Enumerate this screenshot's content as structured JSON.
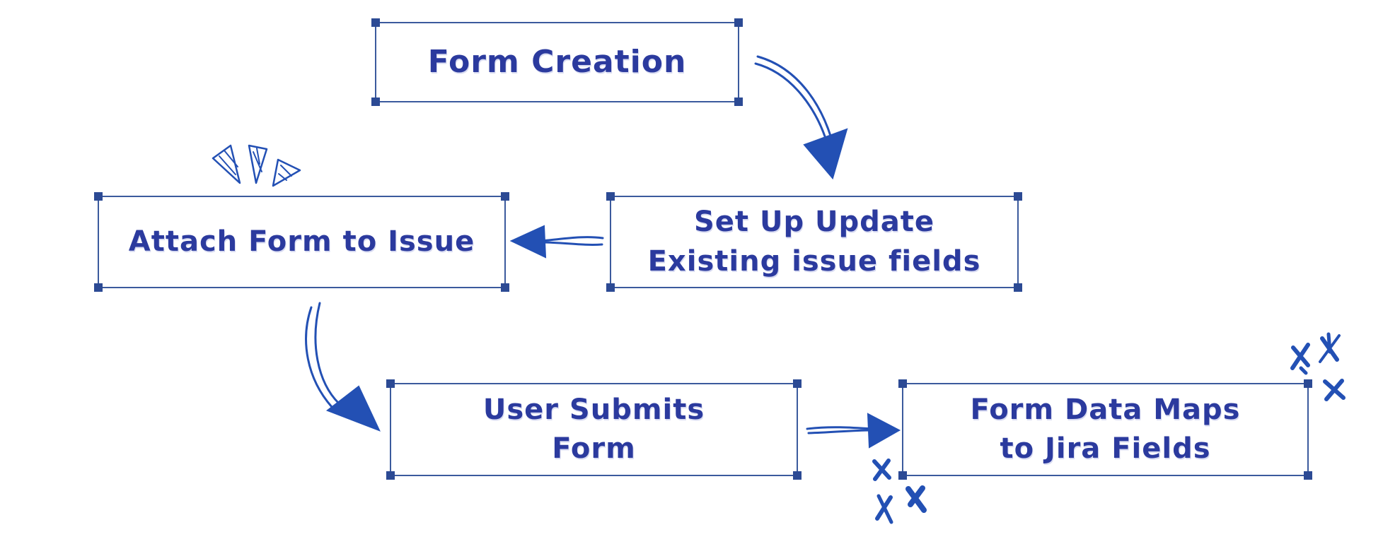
{
  "canvas": {
    "background": "#ffffff"
  },
  "palette": {
    "canvas_bg": "#ffffff",
    "text": "#2b3a9e",
    "box_border": "#3b5a9d",
    "handle_fill": "#2c4a94",
    "ink": "#2350b4"
  },
  "nodes": [
    {
      "id": "form-creation",
      "label": "Form Creation"
    },
    {
      "id": "setup-update-fields",
      "label": "Set Up Update\nExisting issue fields"
    },
    {
      "id": "attach-form-to-issue",
      "label": "Attach Form to Issue"
    },
    {
      "id": "user-submits-form",
      "label": "User Submits\nForm"
    },
    {
      "id": "form-data-maps",
      "label": "Form Data Maps\nto Jira Fields"
    }
  ],
  "connectors": [
    {
      "from": "Form Creation",
      "to": "Set Up Update Existing issue fields",
      "style": "hand-drawn curved arrow"
    },
    {
      "from": "Set Up Update Existing issue fields",
      "to": "Attach Form to Issue",
      "style": "hand-drawn straight arrow"
    },
    {
      "from": "Attach Form to Issue",
      "to": "User Submits Form",
      "style": "hand-drawn curved arrow"
    },
    {
      "from": "User Submits Form",
      "to": "Form Data Maps to Jira Fields",
      "style": "hand-drawn straight arrow"
    }
  ],
  "decorations": [
    {
      "type": "emphasis-marks",
      "near": "Attach Form to Issue",
      "count": 3
    },
    {
      "type": "sparkle-asterisks",
      "near": "Form Data Maps to Jira Fields",
      "count": 6
    }
  ]
}
